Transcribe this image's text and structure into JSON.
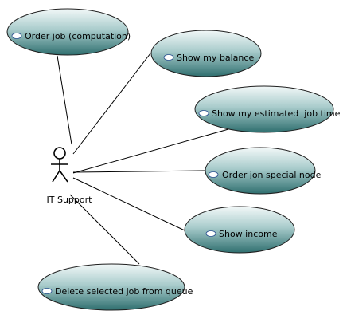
{
  "actor": {
    "name": "IT Support"
  },
  "use_cases": [
    {
      "id": "order-job",
      "label": "Order job (computation)"
    },
    {
      "id": "show-balance",
      "label": "Show my balance"
    },
    {
      "id": "estimated-time",
      "label": "Show my estimated  job time"
    },
    {
      "id": "special-node",
      "label": "Order jon special node"
    },
    {
      "id": "show-income",
      "label": "Show income"
    },
    {
      "id": "delete-job",
      "label": "Delete selected job from queue"
    }
  ],
  "colors": {
    "ellipse_top": "#eef6f6",
    "ellipse_mid": "#8fbcbc",
    "ellipse_bottom": "#2a6b6b",
    "icon_stroke": "#2a5090"
  }
}
